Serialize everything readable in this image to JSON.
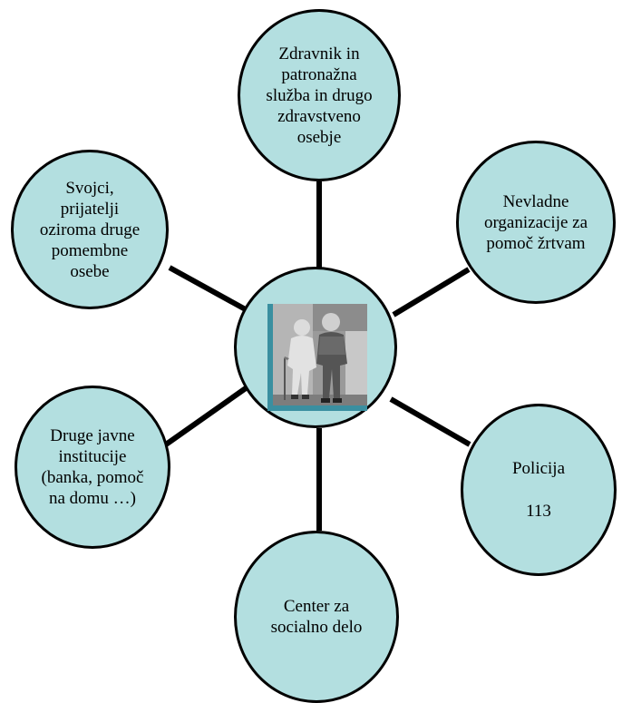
{
  "diagram": {
    "center": {
      "image": "elderly-couple-photo"
    },
    "nodes": {
      "top": {
        "label": "Zdravnik in\npatronažna\nslužba in drugo\nzdravstveno\nosebje"
      },
      "left": {
        "label": "Svojci,\nprijatelji\noziroma druge\npomembne\nosebe"
      },
      "right": {
        "label": "Nevladne\norganizacije za\npomoč žrtvam"
      },
      "bottomleft": {
        "label": "Druge javne\ninstitucije\n(banka, pomoč\nna domu …)"
      },
      "bottomright": {
        "label": "Policija",
        "number": "113"
      },
      "bottom": {
        "label": "Center za\nsocialno delo"
      }
    },
    "colors": {
      "node_fill": "#b3dfe0",
      "outline": "#000000",
      "photo_frame": "#3a8fa0"
    }
  }
}
